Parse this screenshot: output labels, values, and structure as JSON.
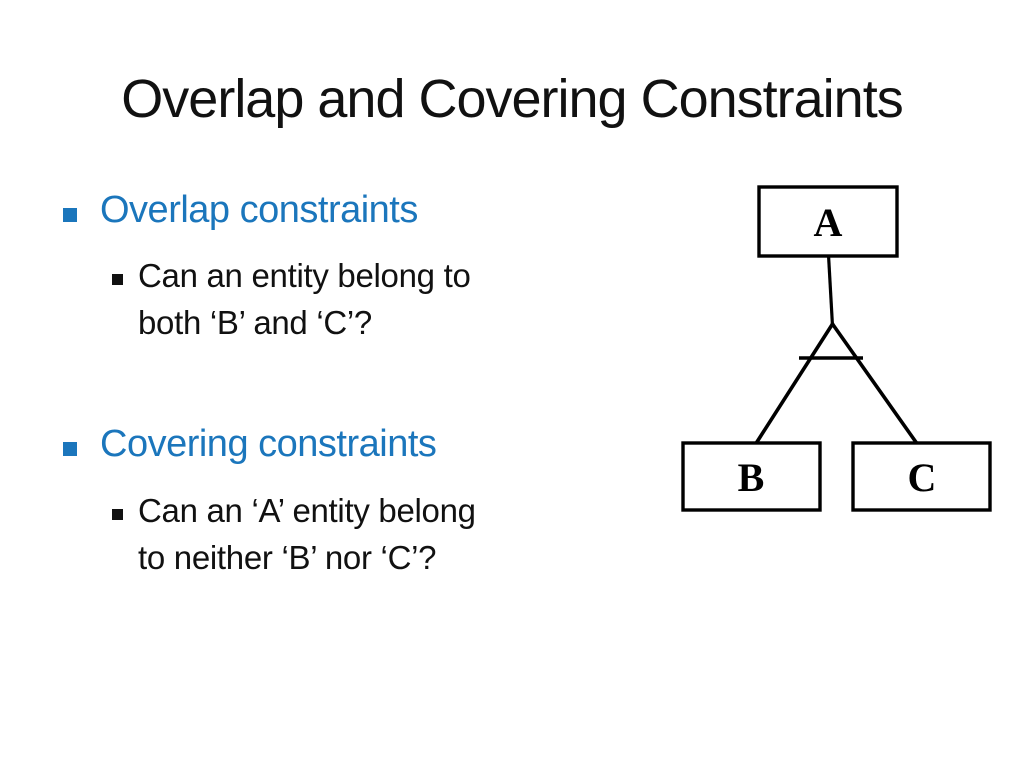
{
  "slide": {
    "title": "Overlap and Covering Constraints",
    "bullets": [
      {
        "heading": "Overlap constraints",
        "sub_line1": "Can an entity belong to",
        "sub_line2": "both ‘B’ and ‘C’?"
      },
      {
        "heading": "Covering constraints",
        "sub_line1": "Can an ‘A’ entity belong",
        "sub_line2": "to neither ‘B’ nor ‘C’?"
      }
    ],
    "diagram": {
      "top_entity": "A",
      "left_entity": "B",
      "right_entity": "C"
    },
    "colors": {
      "accent_blue": "#1B76BC",
      "body_text": "#111111",
      "line_black": "#000000"
    }
  }
}
